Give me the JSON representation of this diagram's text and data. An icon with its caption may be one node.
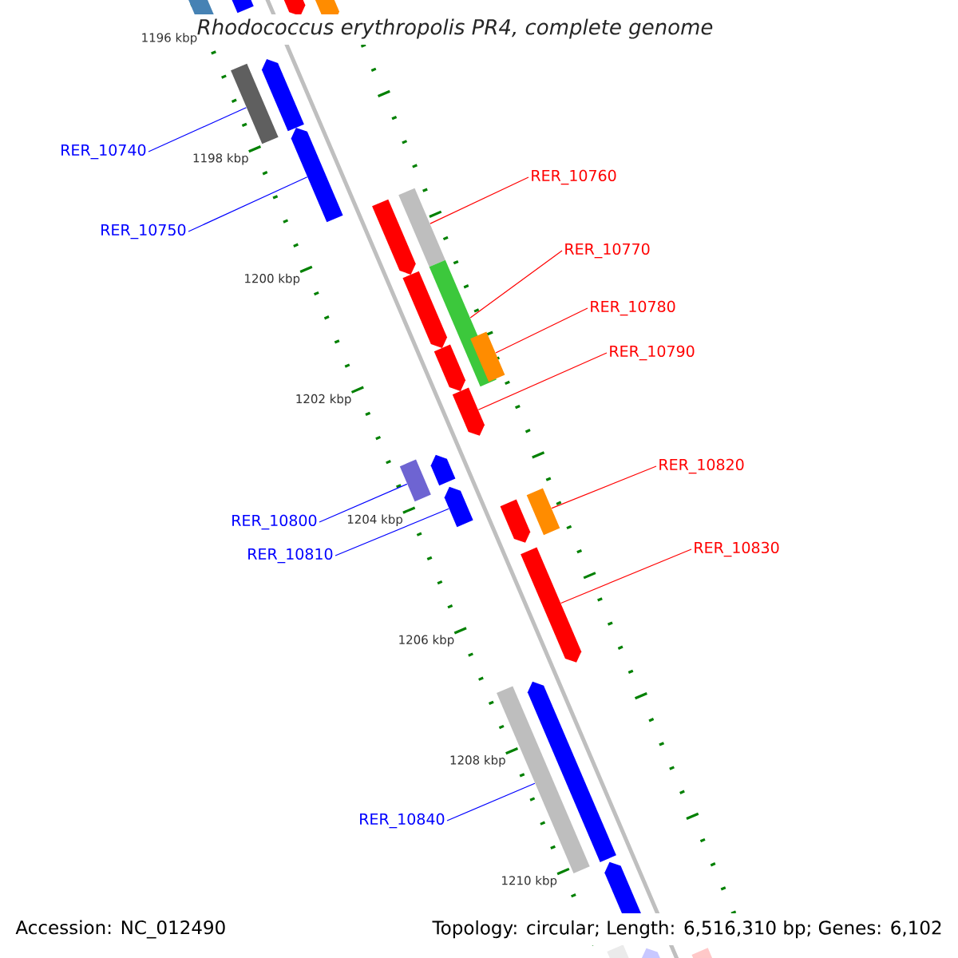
{
  "diagram": {
    "title": "Rhodococcus erythropolis PR4, complete genome",
    "nodes": [
      {
        "text": [
          "RER_10740"
        ]
      },
      {
        "text": [
          "RER_10750"
        ]
      },
      {
        "text": [
          "RER_10760"
        ]
      },
      {
        "text": [
          "RER_10770"
        ]
      },
      {
        "text": [
          "RER_10780"
        ]
      },
      {
        "text": [
          "RER_10790"
        ]
      },
      {
        "text": [
          "RER_10820"
        ]
      },
      {
        "text": [
          "RER_10830"
        ]
      },
      {
        "text": [
          "RER_10800"
        ]
      },
      {
        "text": [
          "RER_10810"
        ]
      },
      {
        "text": [
          "RER_10840"
        ]
      },
      {
        "text": [],
        "shape": "arrow"
      },
      {
        "text": [],
        "shape": "arrow"
      },
      {
        "text": [],
        "shape": "arrow"
      },
      {
        "text": [],
        "shape": "arrow"
      },
      {
        "text": [],
        "shape": "arrow"
      },
      {
        "text": [],
        "shape": "bar"
      },
      {
        "text": [],
        "shape": "arrow"
      },
      {
        "text": [],
        "shape": "bar"
      },
      {
        "text": [],
        "shape": "arrow"
      },
      {
        "text": [],
        "shape": "bar"
      },
      {
        "text": [],
        "shape": "arrow"
      },
      {
        "text": [],
        "shape": "bar"
      },
      {
        "text": [],
        "shape": "arrow"
      },
      {
        "text": [],
        "shape": "arrow"
      },
      {
        "text": [],
        "shape": "arrow"
      },
      {
        "text": [],
        "shape": "bar"
      },
      {
        "text": [],
        "shape": "arrow"
      },
      {
        "text": [],
        "shape": "bar"
      },
      {
        "text": [],
        "shape": "arrow"
      },
      {
        "text": [],
        "shape": "arrow"
      },
      {
        "text": [],
        "shape": "arrow"
      },
      {
        "text": [],
        "shape": "bar"
      },
      {
        "text": [],
        "shape": "arrow"
      },
      {
        "text": [],
        "shape": "bar"
      },
      {
        "text": [],
        "shape": "arrow"
      },
      {
        "text": [],
        "shape": "arrow"
      }
    ],
    "edges": [
      {
        "from": 0,
        "to": 16,
        "arrow": "none",
        "color": "#0000ff"
      },
      {
        "from": 1,
        "to": 17,
        "arrow": "none",
        "color": "#0000ff"
      },
      {
        "from": 2,
        "to": 18,
        "arrow": "none"
      },
      {
        "from": 3,
        "to": 20,
        "arrow": "none"
      },
      {
        "from": 4,
        "to": 22,
        "arrow": "none"
      },
      {
        "from": 5,
        "to": 24,
        "arrow": "none"
      },
      {
        "from": 6,
        "to": 28,
        "arrow": "none"
      },
      {
        "from": 7,
        "to": 30,
        "arrow": "none"
      },
      {
        "from": 8,
        "to": 26,
        "arrow": "none",
        "color": "#0000ff"
      },
      {
        "from": 9,
        "to": 27,
        "arrow": "none",
        "color": "#0000ff"
      },
      {
        "from": 10,
        "to": 32,
        "arrow": "none",
        "color": "#0000ff"
      }
    ],
    "labels": [
      "1196 kbp",
      "1198 kbp",
      "1200 kbp",
      "1202 kbp",
      "1204 kbp",
      "1206 kbp",
      "1208 kbp",
      "1210 kbp",
      "Accession: NC_012490",
      "Topology: circular; Length: 6,516,310 bp; Genes: 6,102"
    ]
  }
}
